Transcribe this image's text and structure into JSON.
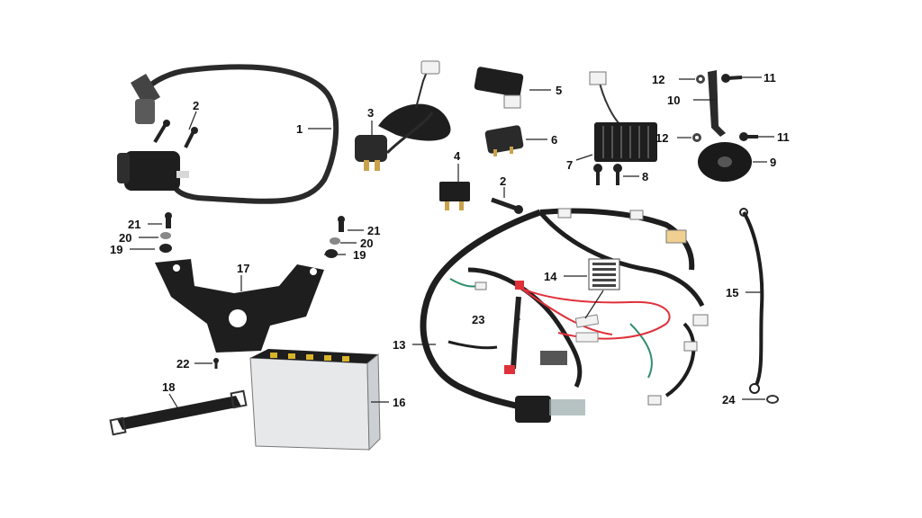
{
  "diagram": {
    "callouts": [
      {
        "id": "c1",
        "label": "1"
      },
      {
        "id": "c2a",
        "label": "2"
      },
      {
        "id": "c2b",
        "label": "2"
      },
      {
        "id": "c3",
        "label": "3"
      },
      {
        "id": "c4",
        "label": "4"
      },
      {
        "id": "c5",
        "label": "5"
      },
      {
        "id": "c6",
        "label": "6"
      },
      {
        "id": "c7",
        "label": "7"
      },
      {
        "id": "c8",
        "label": "8"
      },
      {
        "id": "c9",
        "label": "9"
      },
      {
        "id": "c10",
        "label": "10"
      },
      {
        "id": "c11a",
        "label": "11"
      },
      {
        "id": "c11b",
        "label": "11"
      },
      {
        "id": "c12a",
        "label": "12"
      },
      {
        "id": "c12b",
        "label": "12"
      },
      {
        "id": "c13",
        "label": "13"
      },
      {
        "id": "c14",
        "label": "14"
      },
      {
        "id": "c15",
        "label": "15"
      },
      {
        "id": "c16",
        "label": "16"
      },
      {
        "id": "c17",
        "label": "17"
      },
      {
        "id": "c18",
        "label": "18"
      },
      {
        "id": "c19a",
        "label": "19"
      },
      {
        "id": "c19b",
        "label": "19"
      },
      {
        "id": "c20a",
        "label": "20"
      },
      {
        "id": "c20b",
        "label": "20"
      },
      {
        "id": "c21a",
        "label": "21"
      },
      {
        "id": "c21b",
        "label": "21"
      },
      {
        "id": "c22",
        "label": "22"
      },
      {
        "id": "c23",
        "label": "23"
      },
      {
        "id": "c24",
        "label": "24"
      }
    ],
    "colors": {
      "part_dark": "#1e1e1e",
      "part_mid": "#3a3a3a",
      "wire_red": "#e0303a",
      "wire_green": "#2f8f6a",
      "battery_body": "#e6e8ea",
      "battery_terminal": "#d9b42a",
      "connector_white": "#f2f2f2"
    }
  }
}
